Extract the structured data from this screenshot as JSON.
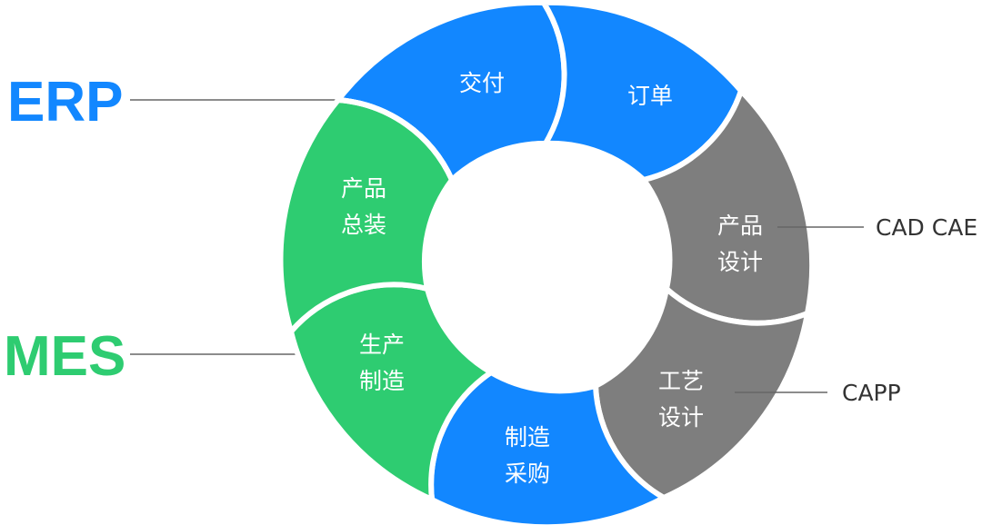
{
  "colors": {
    "erp_blue": "#1287FF",
    "mes_green": "#2ECC71",
    "gray": "#7E7E7E",
    "connector": "#666666",
    "ext_text": "#333333",
    "separator": "#ffffff"
  },
  "side_labels": {
    "erp": "ERP",
    "mes": "MES"
  },
  "segments": [
    {
      "id": "delivery",
      "lines": [
        "交付"
      ],
      "color": "blue"
    },
    {
      "id": "order",
      "lines": [
        "订单"
      ],
      "color": "blue"
    },
    {
      "id": "product-design",
      "lines": [
        "产品",
        "设计"
      ],
      "color": "gray"
    },
    {
      "id": "process-design",
      "lines": [
        "工艺",
        "设计"
      ],
      "color": "gray"
    },
    {
      "id": "procurement",
      "lines": [
        "制造",
        "采购"
      ],
      "color": "blue"
    },
    {
      "id": "production",
      "lines": [
        "生产",
        "制造"
      ],
      "color": "green"
    },
    {
      "id": "assembly",
      "lines": [
        "产品",
        "总装"
      ],
      "color": "green"
    }
  ],
  "external_labels": {
    "cad_cae": "CAD CAE",
    "capp": "CAPP"
  }
}
